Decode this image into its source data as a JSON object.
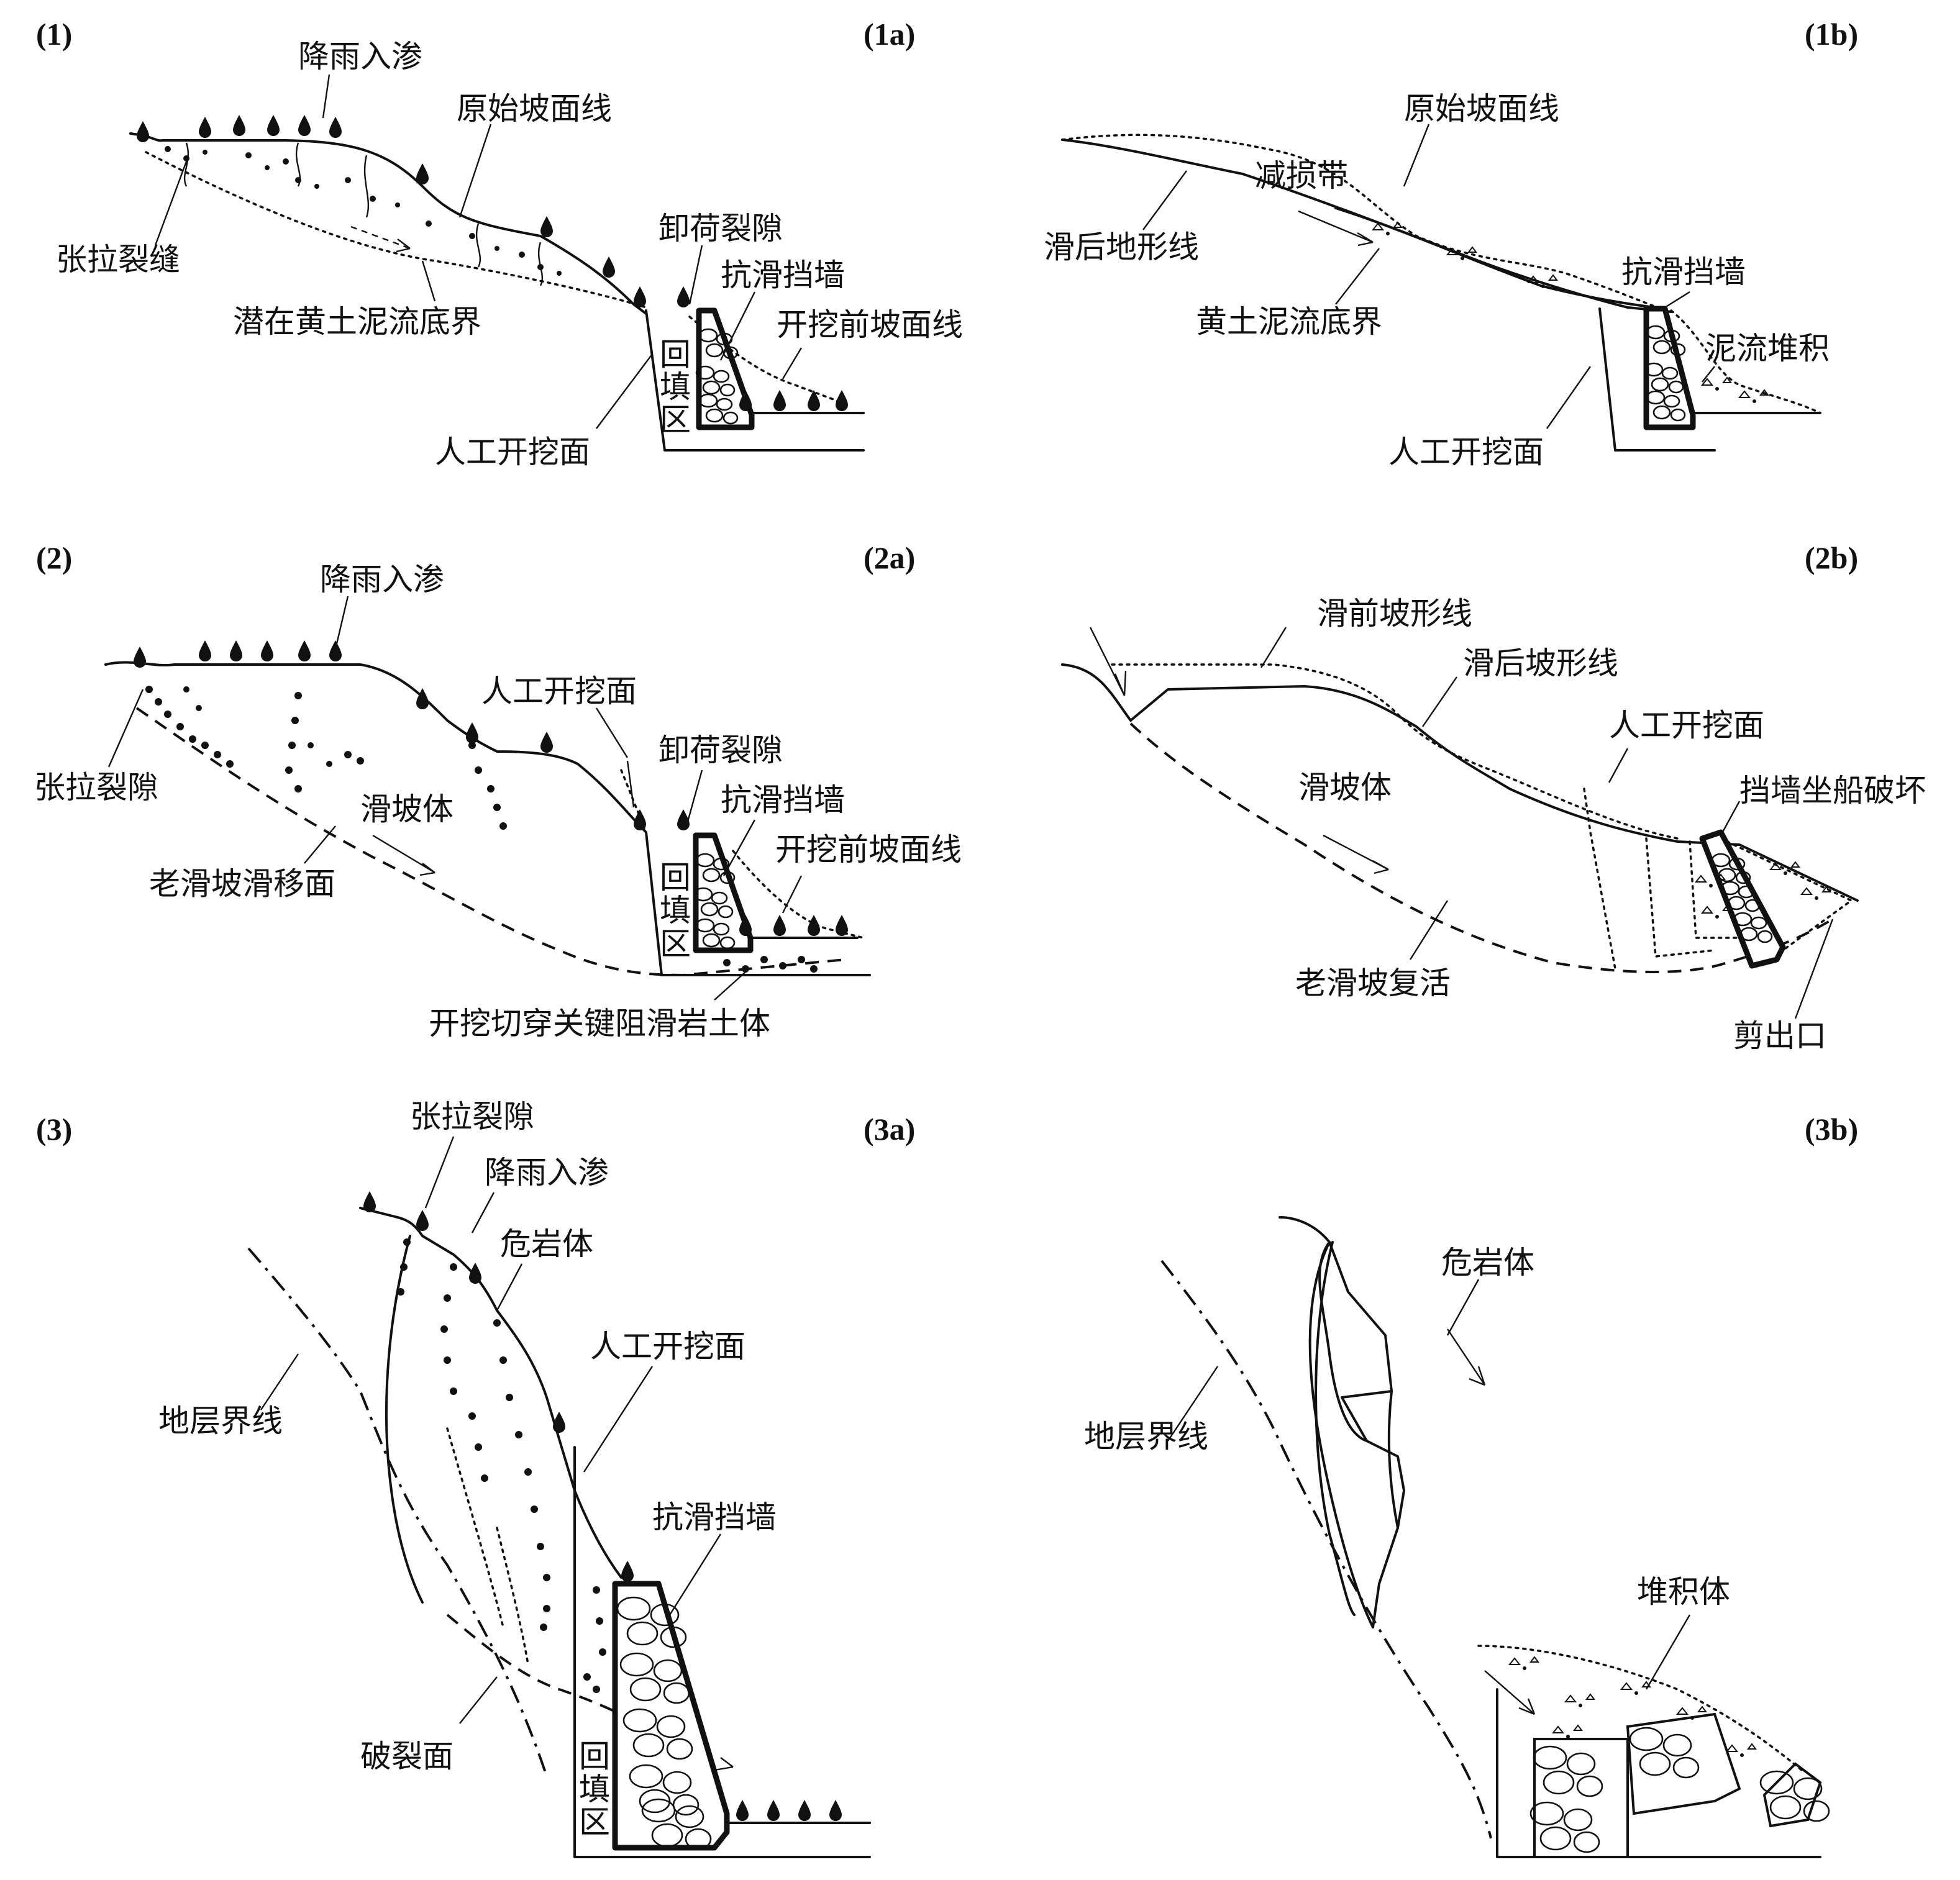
{
  "panels": {
    "p1": "(1)",
    "p1a": "(1a)",
    "p1b": "(1b)",
    "p2": "(2)",
    "p2a": "(2a)",
    "p2b": "(2b)",
    "p3": "(3)",
    "p3a": "(3a)",
    "p3b": "(3b)"
  },
  "labels_1a": {
    "rain": "降雨入渗",
    "original_slope": "原始坡面线",
    "tension_crack": "张拉裂缝",
    "unloading_crack": "卸荷裂隙",
    "anti_slide_wall": "抗滑挡墙",
    "potential_boundary": "潜在黄土泥流底界",
    "pre_excavation": "开挖前坡面线",
    "backfill": [
      "回",
      "填",
      "区"
    ],
    "excavation_face": "人工开挖面"
  },
  "labels_1b": {
    "original_slope": "原始坡面线",
    "damage_zone": "减损带",
    "post_slide_terrain": "滑后地形线",
    "anti_slide_wall": "抗滑挡墙",
    "loess_flow_boundary": "黄土泥流底界",
    "mudflow_deposit": "泥流堆积",
    "excavation_face": "人工开挖面"
  },
  "labels_2a": {
    "rain": "降雨入渗",
    "excavation_face": "人工开挖面",
    "unloading_crack": "卸荷裂隙",
    "tension_crack": "张拉裂隙",
    "anti_slide_wall": "抗滑挡墙",
    "landslide_body": "滑坡体",
    "pre_excavation": "开挖前坡面线",
    "old_slip_surface": "老滑坡滑移面",
    "backfill": [
      "回",
      "填",
      "区"
    ],
    "cut_key_block": "开挖切穿关键阻滑岩土体"
  },
  "labels_2b": {
    "pre_slide": "滑前坡形线",
    "post_slide": "滑后坡形线",
    "excavation_face": "人工开挖面",
    "landslide_body": "滑坡体",
    "wall_failure": "挡墙坐船破坏",
    "reactivation": "老滑坡复活",
    "shear_outlet": "剪出口"
  },
  "labels_3a": {
    "tension_crack": "张拉裂隙",
    "rain": "降雨入渗",
    "dangerous_rock": "危岩体",
    "excavation_face": "人工开挖面",
    "strata_line": "地层界线",
    "anti_slide_wall": "抗滑挡墙",
    "rupture_surface": "破裂面",
    "backfill": [
      "回",
      "填",
      "区"
    ]
  },
  "labels_3b": {
    "dangerous_rock": "危岩体",
    "strata_line": "地层界线",
    "deposit": "堆积体"
  }
}
